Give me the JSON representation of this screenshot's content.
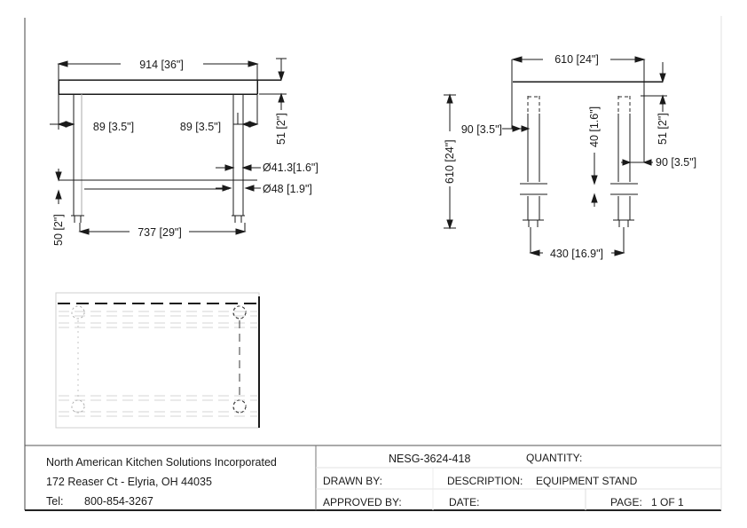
{
  "front_view": {
    "overall_width": "914 [36\"]",
    "leg_inset_left": "89 [3.5\"]",
    "leg_inset_right": "89 [3.5\"]",
    "top_thickness": "51 [2\"]",
    "leg_diameter": "Ø41.3[1.6\"]",
    "foot_diameter": "Ø48 [1.9\"]",
    "foot_height": "50 [2\"]",
    "leg_spacing": "737 [29\"]"
  },
  "side_view": {
    "overall_depth": "610 [24\"]",
    "overall_height": "610 [24\"]",
    "leg_inset_left": "90 [3.5\"]",
    "leg_inset_right": "90 [3.5\"]",
    "shelf_thickness": "40 [1.6\"]",
    "top_thickness": "51 [2\"]",
    "foot_spacing": "430 [16.9\"]"
  },
  "title_block": {
    "company_name": "North American Kitchen Solutions Incorporated",
    "company_address": "172 Reaser Ct - Elyria, OH 44035",
    "phone_label": "Tel:",
    "phone_number": "800-854-3267",
    "model_number": "NESG-3624-418",
    "quantity_label": "QUANTITY:",
    "drawn_by_label": "DRAWN BY:",
    "description_label": "DESCRIPTION:",
    "description_value": "EQUIPMENT STAND",
    "approved_by_label": "APPROVED BY:",
    "date_label": "DATE:",
    "page_label": "PAGE:",
    "page_value": "1 OF 1"
  }
}
